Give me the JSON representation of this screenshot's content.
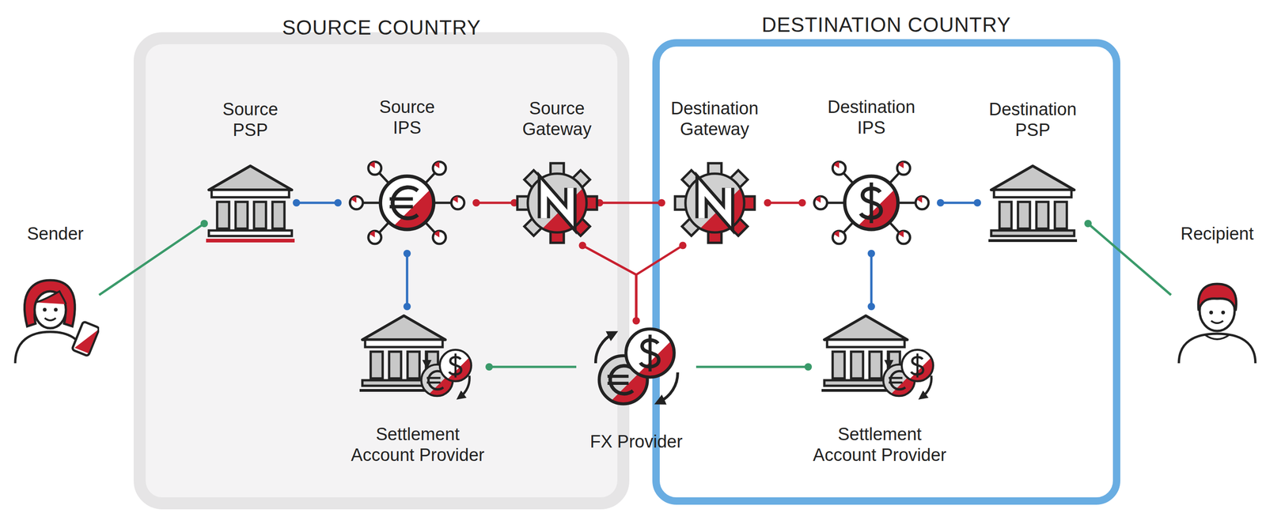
{
  "diagram": {
    "nodes": [
      {
        "text": [
          "SOURCE COUNTRY"
        ]
      },
      {
        "text": [
          "DESTINATION COUNTRY"
        ]
      },
      {
        "text": [
          "Sender"
        ]
      },
      {
        "text": [
          "Source PSP"
        ],
        "in": 0
      },
      {
        "text": [
          "Source IPS"
        ],
        "in": 0
      },
      {
        "text": [
          "Source Gateway"
        ],
        "in": 0
      },
      {
        "text": [
          "Destination Gateway"
        ],
        "in": 1
      },
      {
        "text": [
          "Destination IPS"
        ],
        "in": 1
      },
      {
        "text": [
          "Destination PSP"
        ],
        "in": 1
      },
      {
        "text": [
          "Recipient"
        ]
      },
      {
        "text": [
          "Settlement Account Provider"
        ],
        "in": 0
      },
      {
        "text": [
          "FX Provider"
        ]
      },
      {
        "text": [
          "Settlement Account Provider"
        ],
        "in": 1
      }
    ],
    "edges": [
      {
        "from": 2,
        "to": 3,
        "arrow": "none"
      },
      {
        "from": 3,
        "to": 4,
        "arrow": "none"
      },
      {
        "from": 4,
        "to": 5,
        "arrow": "none"
      },
      {
        "from": 5,
        "to": 6,
        "arrow": "none"
      },
      {
        "from": 6,
        "to": 7,
        "arrow": "none"
      },
      {
        "from": 7,
        "to": 8,
        "arrow": "none"
      },
      {
        "from": 8,
        "to": 9,
        "arrow": "none"
      },
      {
        "from": 4,
        "to": 10,
        "arrow": "none"
      },
      {
        "from": 7,
        "to": 12,
        "arrow": "none"
      },
      {
        "from": 5,
        "to": 11,
        "arrow": "none"
      },
      {
        "from": 6,
        "to": 11,
        "arrow": "none"
      },
      {
        "from": 11,
        "to": 10,
        "arrow": "none"
      },
      {
        "from": 11,
        "to": 12,
        "arrow": "none"
      }
    ]
  }
}
